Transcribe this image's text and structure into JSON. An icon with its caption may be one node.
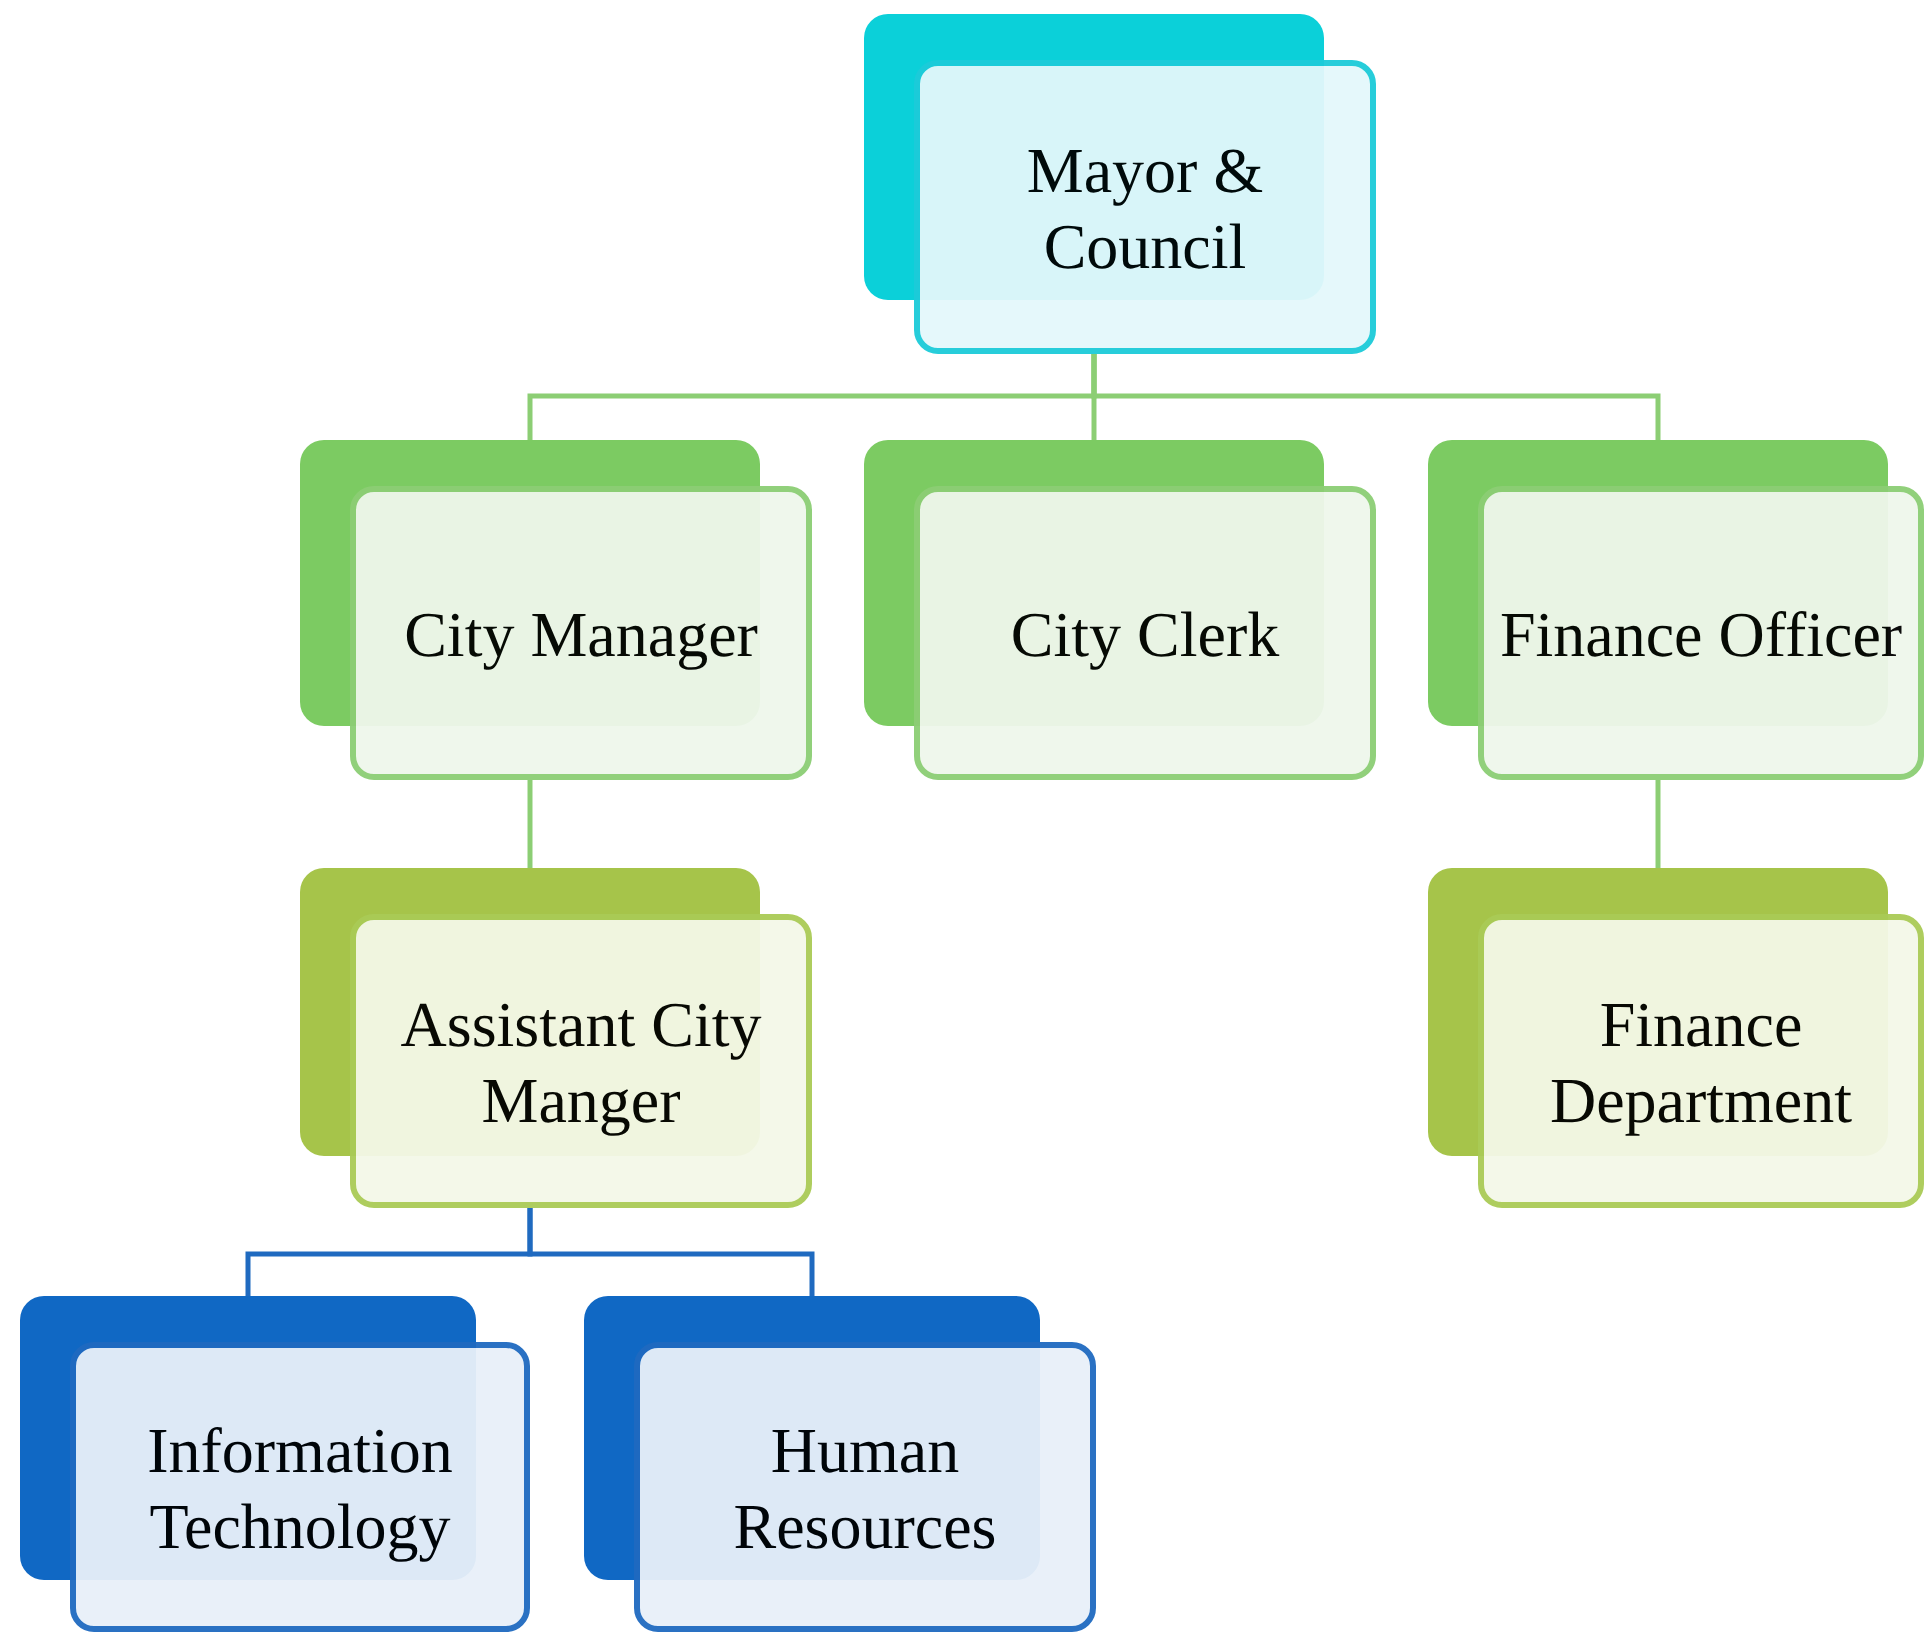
{
  "diagram": {
    "nodes": [
      {
        "text": [
          "Mayor & Council"
        ]
      },
      {
        "text": [
          "City Manager"
        ]
      },
      {
        "text": [
          "City Clerk"
        ]
      },
      {
        "text": [
          "Finance Officer"
        ]
      },
      {
        "text": [
          "Assistant City Manger"
        ]
      },
      {
        "text": [
          "Finance Department"
        ]
      },
      {
        "text": [
          "Information Technology"
        ]
      },
      {
        "text": [
          "Human Resources"
        ]
      }
    ],
    "edges": [
      {
        "from": 0,
        "to": 1,
        "arrow": "none"
      },
      {
        "from": 0,
        "to": 2,
        "arrow": "none"
      },
      {
        "from": 0,
        "to": 3,
        "arrow": "none"
      },
      {
        "from": 1,
        "to": 4,
        "arrow": "none"
      },
      {
        "from": 3,
        "to": 5,
        "arrow": "none"
      },
      {
        "from": 4,
        "to": 6,
        "arrow": "none",
        "color": "#1f6ac0"
      },
      {
        "from": 4,
        "to": 7,
        "arrow": "none",
        "color": "#1f6ac0"
      }
    ]
  }
}
